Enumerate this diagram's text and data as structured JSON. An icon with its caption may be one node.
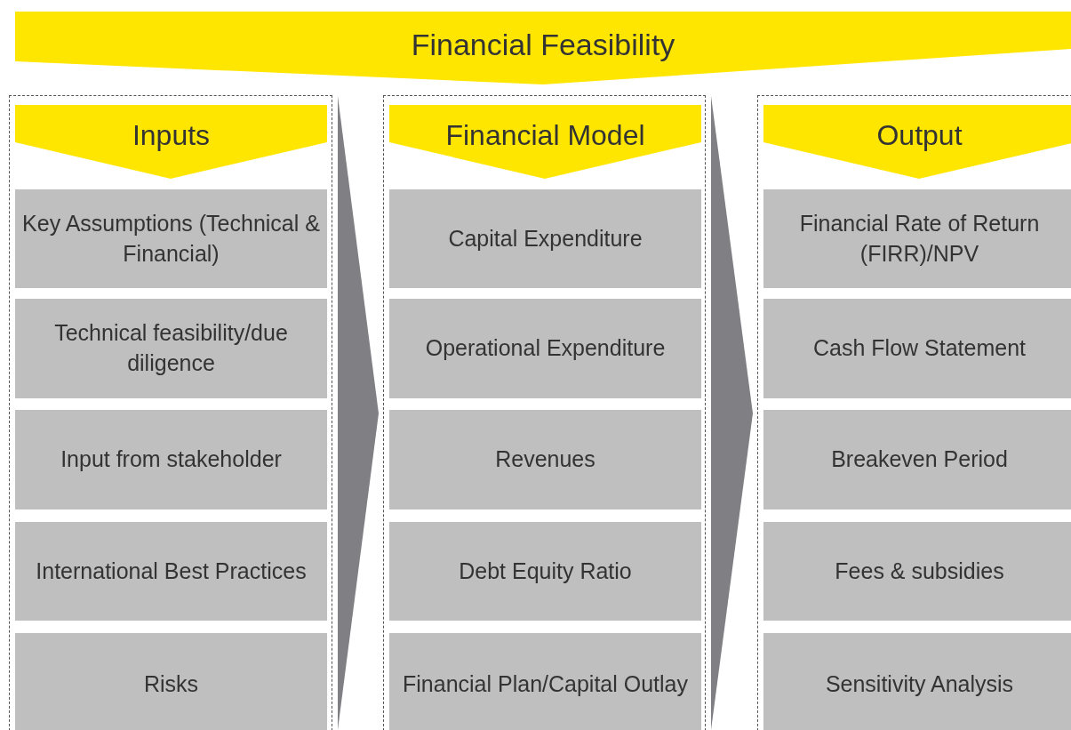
{
  "diagram": {
    "nodes": [
      {
        "text": [
          "Financial Feasibility"
        ]
      },
      {
        "text": [],
        "shape": "box"
      },
      {
        "text": [
          "Inputs"
        ],
        "in": 1
      },
      {
        "text": [
          "Key Assumptions (Technical & Financial)"
        ],
        "in": 1
      },
      {
        "text": [
          "Technical feasibility/due diligence"
        ],
        "in": 1
      },
      {
        "text": [
          "Input from stakeholder"
        ],
        "in": 1
      },
      {
        "text": [
          "International Best Practices"
        ],
        "in": 1
      },
      {
        "text": [
          "Risks"
        ],
        "in": 1
      },
      {
        "text": [],
        "shape": "box"
      },
      {
        "text": [
          "Financial Model"
        ],
        "in": 8
      },
      {
        "text": [
          "Capital Expenditure"
        ],
        "in": 8
      },
      {
        "text": [
          "Operational Expenditure"
        ],
        "in": 8
      },
      {
        "text": [
          "Revenues"
        ],
        "in": 8
      },
      {
        "text": [
          "Debt Equity Ratio"
        ],
        "in": 8
      },
      {
        "text": [
          "Financial Plan/Capital Outlay"
        ],
        "in": 8
      },
      {
        "text": [],
        "shape": "box"
      },
      {
        "text": [
          "Output"
        ],
        "in": 15
      },
      {
        "text": [
          "Financial Rate of Return (FIRR)/NPV"
        ],
        "in": 15
      },
      {
        "text": [
          "Cash Flow Statement"
        ],
        "in": 15
      },
      {
        "text": [
          "Breakeven Period"
        ],
        "in": 15
      },
      {
        "text": [
          "Fees & subsidies"
        ],
        "in": 15
      },
      {
        "text": [
          "Sensitivity Analysis"
        ],
        "in": 15
      }
    ],
    "edges": [
      {
        "from": 1,
        "to": 8,
        "arrow": "to"
      },
      {
        "from": 8,
        "to": 15,
        "arrow": "to"
      }
    ]
  }
}
